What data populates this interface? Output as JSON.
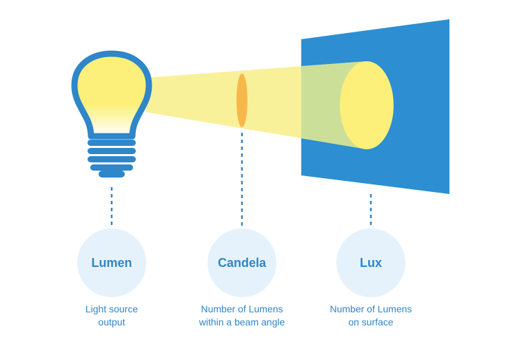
{
  "colors": {
    "blue": "#2f86c9",
    "surface_blue": "#2d8ed2",
    "light_circle": "#e6f2fb",
    "beam_yellow": "#f8ee8c",
    "bulb_yellow": "#fcf07a",
    "beam_cross_section": "#f7b84b"
  },
  "concepts": [
    {
      "title": "Lumen",
      "desc_line1": "Light source",
      "desc_line2": "output",
      "icon": "light-bulb-icon"
    },
    {
      "title": "Candela",
      "desc_line1": "Number of Lumens",
      "desc_line2": "within a beam angle",
      "icon": "beam-cross-section-icon"
    },
    {
      "title": "Lux",
      "desc_line1": "Number of Lumens",
      "desc_line2": "on surface",
      "icon": "illuminated-surface-icon"
    }
  ]
}
